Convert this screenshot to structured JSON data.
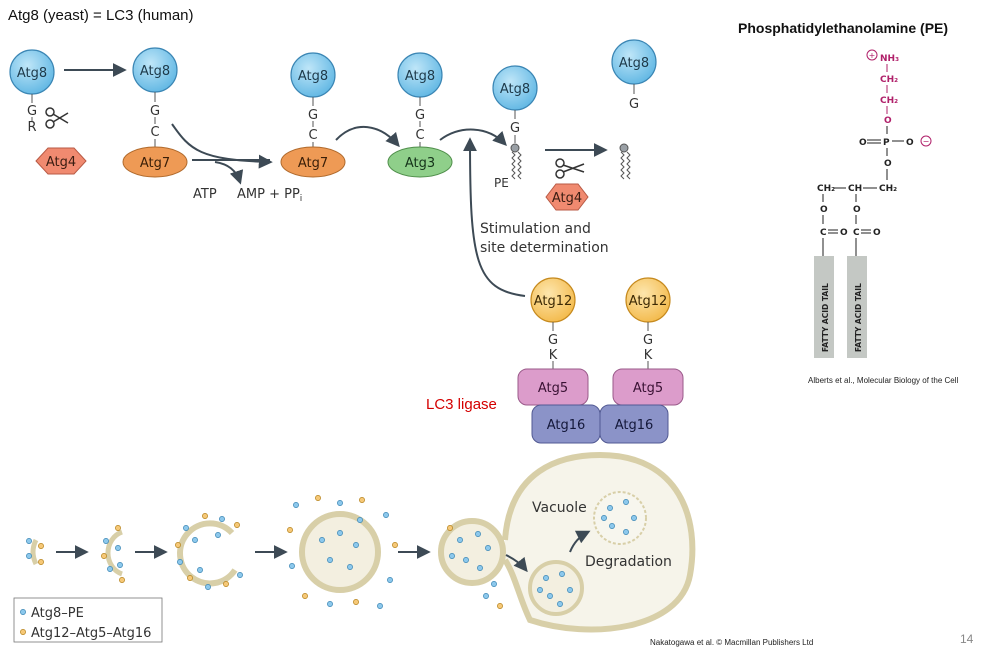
{
  "slide": {
    "title": "Atg8 (yeast) = LC3 (human)",
    "page_number": "14",
    "ligase_label": "LC3 ligase",
    "credit_nakatogawa": "Nakatogawa et al. © Macmillan Publishers Ltd",
    "credit_alberts": "Alberts et al., Molecular Biology of the Cell"
  },
  "pathway": {
    "atg8": "Atg8",
    "atg4": "Atg4",
    "atg7": "Atg7",
    "atg3": "Atg3",
    "atg12": "Atg12",
    "atg5": "Atg5",
    "atg16": "Atg16",
    "g": "G",
    "c": "C",
    "r": "R",
    "k": "K",
    "pe": "PE",
    "atp": "ATP",
    "amp_ppi": "AMP + PP",
    "ppi_sub": "i",
    "stimulation_line1": "Stimulation and",
    "stimulation_line2": "site determination"
  },
  "membrane_panel": {
    "vacuole": "Vacuole",
    "degradation": "Degradation",
    "legend": [
      "Atg8–PE",
      "Atg12–Atg5–Atg16"
    ]
  },
  "pe_structure": {
    "title": "Phosphatidylethanolamine (PE)",
    "nh3": "NH₃",
    "ch2": "CH₂",
    "o": "O",
    "p": "P",
    "ch": "CH",
    "c": "C",
    "eq": "═",
    "tail_label": "FATTY ACID TAIL",
    "plus": "+",
    "minus": "−"
  },
  "colors": {
    "atg8": "#7ec8ec",
    "atg4": "#f08a70",
    "atg7": "#ee9a55",
    "atg3": "#8fcf8a",
    "atg12": "#f8cb6a",
    "atg5": "#dc9ccb",
    "atg16": "#8b93c8",
    "pe_head": "#b0206a",
    "ligase": "#d40000",
    "arrow": "#3d4a55"
  }
}
